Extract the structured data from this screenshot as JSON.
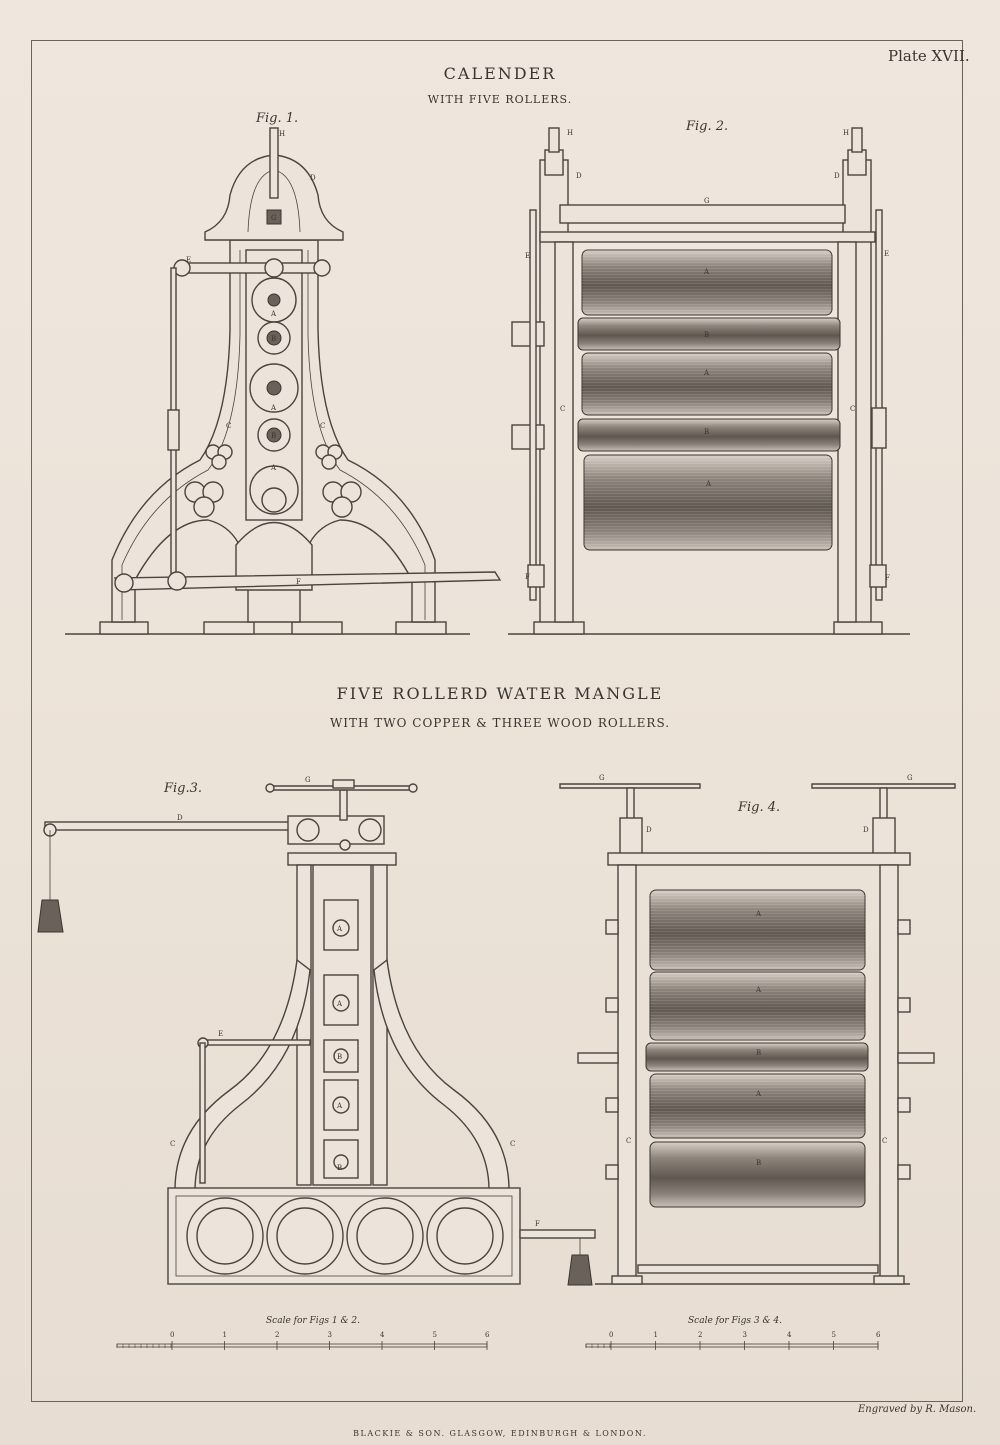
{
  "plate": "Plate XVII.",
  "section1": {
    "title": "CALENDER",
    "subtitle": "WITH FIVE ROLLERS."
  },
  "section2": {
    "title": "FIVE ROLLERD WATER MANGLE",
    "subtitle": "WITH TWO COPPER & THREE WOOD ROLLERS."
  },
  "figures": {
    "fig1": "Fig. 1.",
    "fig2": "Fig. 2.",
    "fig3": "Fig.3.",
    "fig4": "Fig. 4."
  },
  "scales": {
    "scale12": "Scale for Figs 1 & 2.",
    "scale34": "Scale for Figs 3 & 4.",
    "ticks": [
      "0",
      "1",
      "2",
      "3",
      "4",
      "5",
      "6"
    ]
  },
  "part_labels": {
    "H": "H",
    "D": "D",
    "G": "G",
    "E": "E",
    "A": "A",
    "B": "B",
    "C": "C",
    "F": "F"
  },
  "engraver": "Engraved by R. Mason.",
  "publisher": "BLACKIE & SON. GLASGOW, EDINBURGH & LONDON."
}
